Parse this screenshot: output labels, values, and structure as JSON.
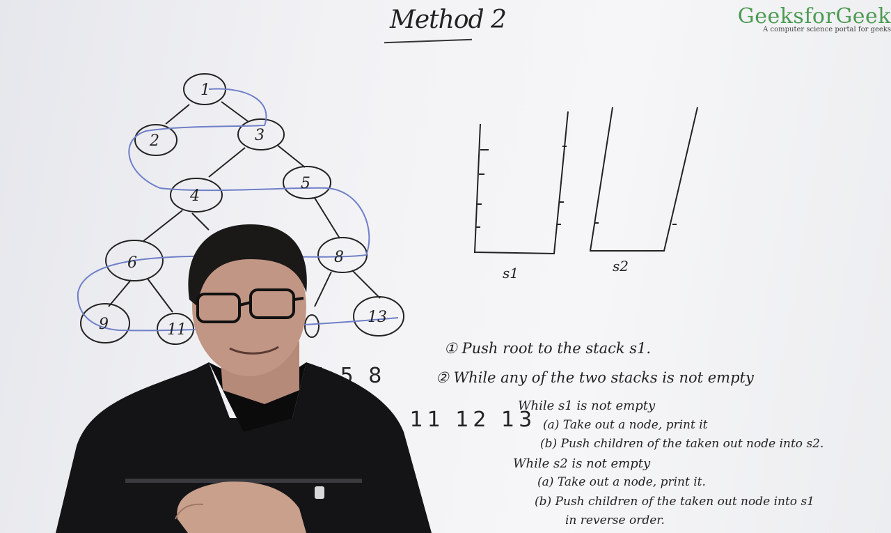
{
  "board": {
    "title": "Method 2",
    "brand": {
      "name": "GeeksforGeek",
      "tagline": "A computer science portal for geeks"
    }
  },
  "tree": {
    "nodes": [
      "1",
      "2",
      "3",
      "4",
      "5",
      "6",
      "8",
      "9",
      "11",
      "13"
    ]
  },
  "stacks": {
    "s1_label": "s1",
    "s2_label": "s2"
  },
  "output": {
    "line1": "4 5 8",
    "line2": "9 11 12 13"
  },
  "steps": {
    "step1": "① Push root to the stack s1.",
    "step2": "② While any of the two stacks is not empty",
    "while_s1": "While s1 is not empty",
    "s1_a": "(a) Take out a node, print it",
    "s1_b": "(b) Push children of the taken out node into s2.",
    "while_s2": "While s2 is not empty",
    "s2_a": "(a) Take out a node, print it.",
    "s2_b": "(b) Push children of the taken out node into s1",
    "s2_b_cont": "in reverse order."
  },
  "colors": {
    "ink": "#222222",
    "blue_marker": "#6f7fc8",
    "brand_green": "#4c9a52",
    "board": "#f2f2f5"
  }
}
